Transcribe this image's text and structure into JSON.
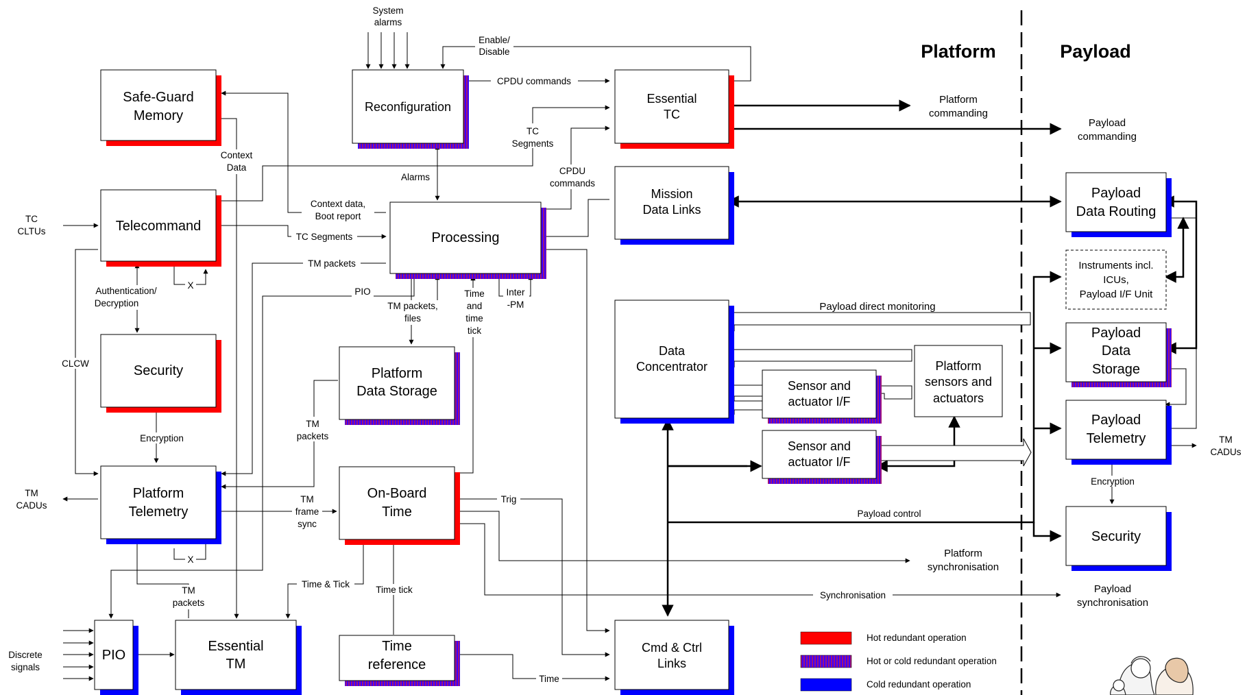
{
  "headers": {
    "platform": "Platform",
    "payload": "Payload"
  },
  "blocks": {
    "safe_guard_memory": [
      "Safe-Guard",
      "Memory"
    ],
    "reconfiguration": "Reconfiguration",
    "essential_tc": [
      "Essential",
      "TC"
    ],
    "telecommand": "Telecommand",
    "processing": "Processing",
    "mission_data_links": [
      "Mission",
      "Data Links"
    ],
    "security_platform": "Security",
    "platform_data_storage": [
      "Platform",
      "Data Storage"
    ],
    "platform_telemetry": [
      "Platform",
      "Telemetry"
    ],
    "on_board_time": [
      "On-Board",
      "Time"
    ],
    "data_concentrator": [
      "Data",
      "Concentrator"
    ],
    "platform_sensors": [
      "Platform",
      "sensors and",
      "actuators"
    ],
    "sensor_if_1": [
      "Sensor and",
      "actuator I/F"
    ],
    "sensor_if_2": [
      "Sensor and",
      "actuator I/F"
    ],
    "pio": "PIO",
    "essential_tm": [
      "Essential",
      "TM"
    ],
    "time_reference": [
      "Time",
      "reference"
    ],
    "cmd_ctrl_links": [
      "Cmd & Ctrl",
      "Links"
    ],
    "payload_data_routing": [
      "Payload",
      "Data Routing"
    ],
    "instruments": [
      "Instruments incl.",
      "ICUs,",
      "Payload I/F Unit"
    ],
    "payload_data_storage": [
      "Payload",
      "Data",
      "Storage"
    ],
    "payload_telemetry": [
      "Payload",
      "Telemetry"
    ],
    "security_payload": "Security"
  },
  "labels": {
    "system_alarms": [
      "System",
      "alarms"
    ],
    "enable_disable": [
      "Enable/",
      "Disable"
    ],
    "cpdu_commands_top": "CPDU commands",
    "tc_segments_upper": [
      "TC",
      "Segments"
    ],
    "context_data": [
      "Context",
      "Data"
    ],
    "alarms": "Alarms",
    "cpdu_commands_mid": [
      "CPDU",
      "commands"
    ],
    "context_boot": [
      "Context data,",
      "Boot report"
    ],
    "tc_segments_mid": "TC Segments",
    "tm_packets_mid": "TM packets",
    "auth_decrypt": [
      "Authentication/",
      "Decryption"
    ],
    "x_upper": "X",
    "pio_label": "PIO",
    "tm_packets_files": [
      "TM packets,",
      "files"
    ],
    "time_and_tick": [
      "Time",
      "and",
      "time",
      "tick"
    ],
    "inter_pm": [
      "Inter",
      "-PM"
    ],
    "clcw": "CLCW",
    "tm_packets_left": [
      "TM",
      "packets"
    ],
    "encryption_platform": "Encryption",
    "tm_frame_sync": [
      "TM",
      "frame",
      "sync"
    ],
    "trig": "Trig",
    "x_lower": "X",
    "tm_packets_bottom": [
      "TM",
      "packets"
    ],
    "time_and_tick_bottom": "Time & Tick",
    "time_tick": "Time tick",
    "time": "Time",
    "payload_direct_monitoring": "Payload direct monitoring",
    "payload_control": "Payload control",
    "synchronisation": "Synchronisation",
    "encryption_payload": "Encryption"
  },
  "externals": {
    "tc_cltus": [
      "TC",
      "CLTUs"
    ],
    "tm_cadus_left": [
      "TM",
      "CADUs"
    ],
    "discrete_signals": [
      "Discrete",
      "signals"
    ],
    "platform_commanding": [
      "Platform",
      "commanding"
    ],
    "payload_commanding": [
      "Payload",
      "commanding"
    ],
    "platform_synchronisation": [
      "Platform",
      "synchronisation"
    ],
    "payload_synchronisation": [
      "Payload",
      "synchronisation"
    ],
    "tm_cadus_right": [
      "TM",
      "CADUs"
    ]
  },
  "legend": [
    {
      "label": "Hot redundant operation",
      "style": "hot"
    },
    {
      "label": "Hot or cold redundant operation",
      "style": "hotcold"
    },
    {
      "label": "Cold redundant operation",
      "style": "cold"
    }
  ],
  "colors": {
    "hot": "#ff0000",
    "cold": "#0000ff",
    "stripe_a": "#8b1a8b",
    "stripe_b": "#3a00ff"
  }
}
